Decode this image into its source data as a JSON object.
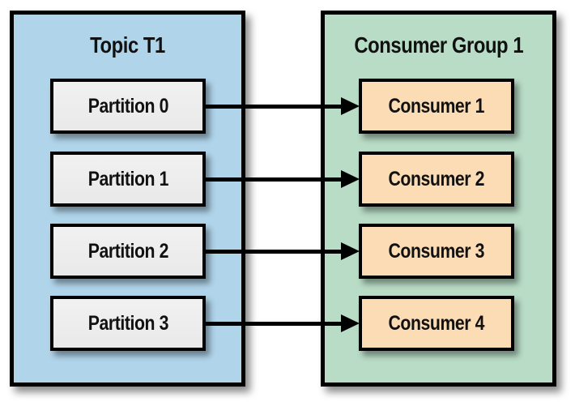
{
  "topic": {
    "title": "Topic T1",
    "partitions": [
      "Partition 0",
      "Partition 1",
      "Partition 2",
      "Partition 3"
    ]
  },
  "consumer_group": {
    "title": "Consumer Group 1",
    "consumers": [
      "Consumer 1",
      "Consumer 2",
      "Consumer 3",
      "Consumer 4"
    ]
  },
  "connections": [
    {
      "from": "Partition 0",
      "to": "Consumer 1"
    },
    {
      "from": "Partition 1",
      "to": "Consumer 2"
    },
    {
      "from": "Partition 2",
      "to": "Consumer 3"
    },
    {
      "from": "Partition 3",
      "to": "Consumer 4"
    }
  ],
  "colors": {
    "topic_fill": "#b0d4ea",
    "consumer_group_fill": "#b8dcc6",
    "partition_fill": "#ebebeb",
    "consumer_fill": "#fbdcb4",
    "border": "#000000",
    "background": "#ffffff"
  }
}
